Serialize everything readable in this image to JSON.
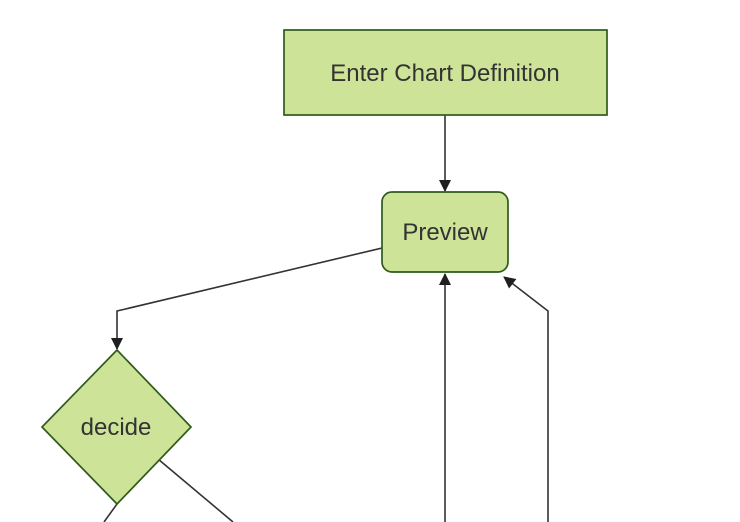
{
  "diagram": {
    "type": "flowchart",
    "direction": "top-down",
    "background": "#ffffff",
    "colors": {
      "node_fill": "#cde498",
      "node_border": "#2f5a1b",
      "edge_line": "#333333",
      "arrowhead": "#1f1f1f",
      "label_text": "#333333"
    },
    "nodes": [
      {
        "id": "enter-chart-definition",
        "shape": "rectangle",
        "label": "Enter Chart Definition"
      },
      {
        "id": "preview",
        "shape": "rounded-rectangle",
        "label": "Preview"
      },
      {
        "id": "decide",
        "shape": "diamond",
        "label": "decide"
      }
    ],
    "edges": [
      {
        "from": "enter-chart-definition",
        "to": "preview",
        "arrowhead": true
      },
      {
        "from": "preview",
        "to": "decide",
        "arrowhead": true
      },
      {
        "from": "offscreen-bottom",
        "to": "preview",
        "arrowhead": true
      },
      {
        "from": "offscreen-bottom",
        "to": "preview-bottom-right",
        "arrowhead": true
      },
      {
        "from": "decide",
        "to": "offscreen-bottom-left",
        "arrowhead": false
      },
      {
        "from": "decide",
        "to": "offscreen-bottom-right",
        "arrowhead": false
      }
    ]
  }
}
